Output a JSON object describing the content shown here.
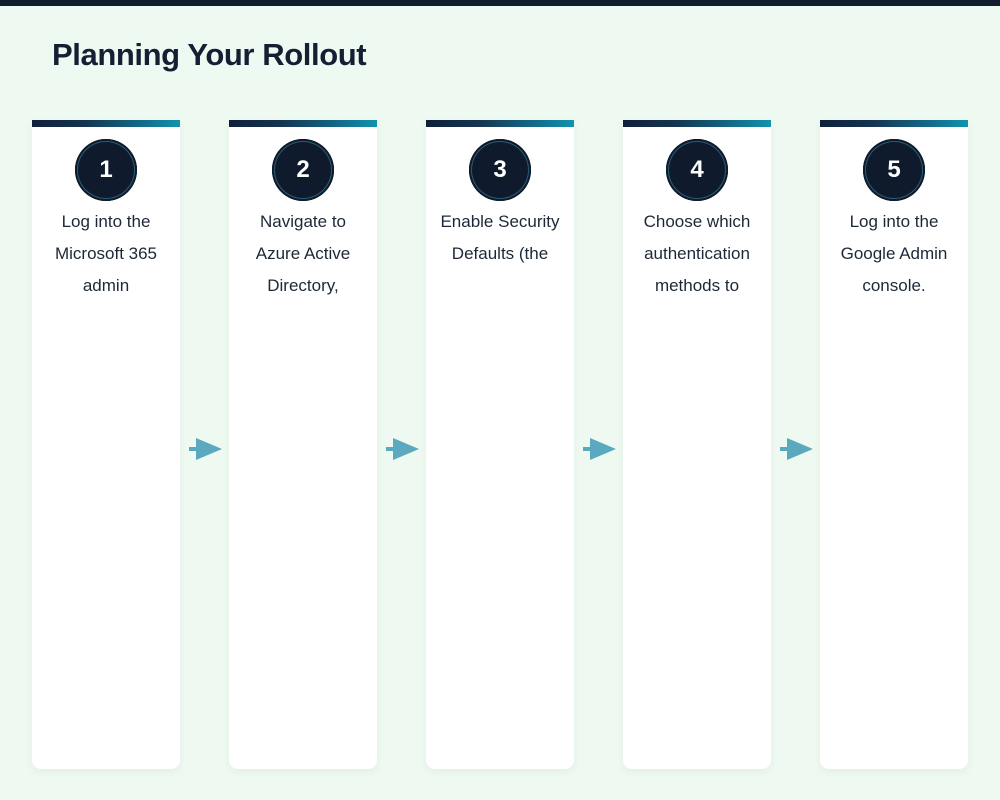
{
  "page": {
    "title": "Planning Your Rollout",
    "background_color": "#eefaf1",
    "top_bar_color": "#111d2e",
    "title_color": "#141f33",
    "card_background": "#ffffff",
    "accent_gradient_start": "#10203a",
    "accent_gradient_end": "#1293ae",
    "badge_color": "#0f1b2d",
    "badge_ring_color": "#2a5c70",
    "arrow_color": "#5aa9bf",
    "body_text_color": "#1d2837"
  },
  "steps": [
    {
      "number": "1",
      "text": "Log into the Microsoft 365 admin"
    },
    {
      "number": "2",
      "text": "Navigate to Azure Active Directory,"
    },
    {
      "number": "3",
      "text": "Enable Security Defaults (the"
    },
    {
      "number": "4",
      "text": "Choose which authentication methods to"
    },
    {
      "number": "5",
      "text": "Log into the Google Admin console."
    }
  ],
  "arrows": [
    {
      "name": "arrow-1-to-2"
    },
    {
      "name": "arrow-2-to-3"
    },
    {
      "name": "arrow-3-to-4"
    },
    {
      "name": "arrow-4-to-5"
    }
  ]
}
